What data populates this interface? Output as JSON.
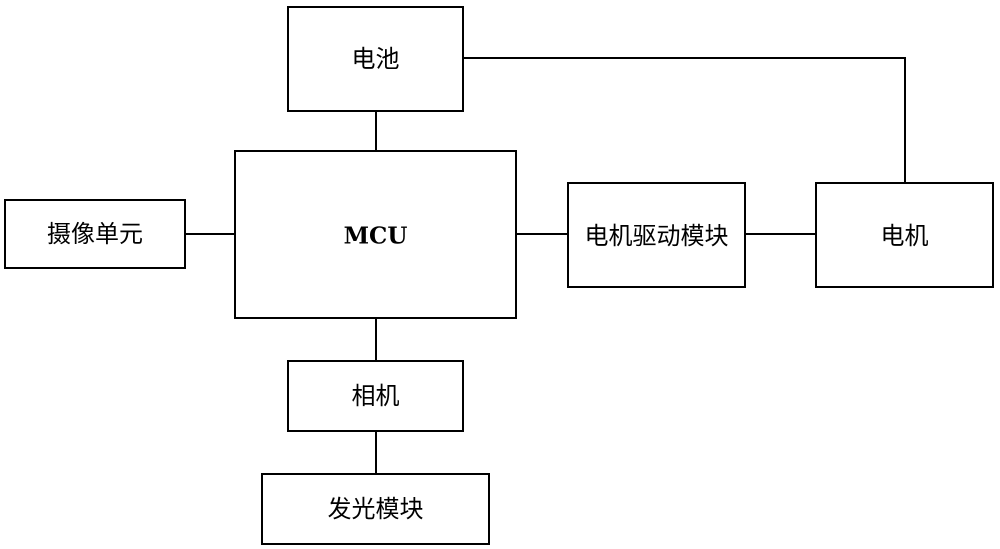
{
  "diagram": {
    "nodes": {
      "battery": "电池",
      "mcu": "MCU",
      "camera_unit": "摄像单元",
      "motor_driver": "电机驱动模块",
      "motor": "电机",
      "camera": "相机",
      "light_module": "发光模块"
    },
    "connections": [
      [
        "battery",
        "mcu"
      ],
      [
        "battery",
        "motor"
      ],
      [
        "camera_unit",
        "mcu"
      ],
      [
        "mcu",
        "motor_driver"
      ],
      [
        "motor_driver",
        "motor"
      ],
      [
        "mcu",
        "camera"
      ],
      [
        "camera",
        "light_module"
      ]
    ],
    "colors": {
      "stroke": "#000000",
      "fill": "#ffffff"
    }
  }
}
